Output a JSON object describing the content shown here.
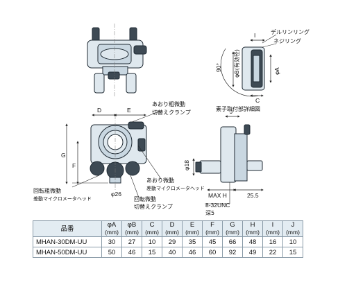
{
  "labels": {
    "deltorin_ring": "デルリンリング",
    "neji_ring": "ネジリング",
    "angle_90": "90°",
    "phiB_effective": "φB(有効径)",
    "phiA": "φA",
    "dim_I": "I",
    "dim_C": "C",
    "dim_J": "J",
    "element_detail": "素子取付部詳細図",
    "tilt_clamp_1": "あおり粗微動",
    "tilt_clamp_2": "切替えクランプ",
    "tilt_micrometer": "あおり微動",
    "tilt_micrometer_head": "差動マイクロメータヘッド",
    "rot_clamp_1": "回転粗微動",
    "rot_clamp_2": "切替えクランプ",
    "rot_micrometer": "回転微動",
    "rot_micrometer_head": "差動マイクロメータヘッド",
    "dim_D": "D",
    "dim_E": "E",
    "dim_F": "F",
    "dim_G": "G",
    "phi26": "φ26",
    "phi18": "φ18",
    "max_h": "MAX H",
    "dim_25_5": "25.5",
    "thread": "8-32UNC",
    "depth": "深5"
  },
  "table": {
    "model_header": "品番",
    "columns": [
      {
        "name": "φA",
        "unit": "(mm)"
      },
      {
        "name": "φB",
        "unit": "(mm)"
      },
      {
        "name": "C",
        "unit": "(mm)"
      },
      {
        "name": "D",
        "unit": "(mm)"
      },
      {
        "name": "E",
        "unit": "(mm)"
      },
      {
        "name": "F",
        "unit": "(mm)"
      },
      {
        "name": "G",
        "unit": "(mm)"
      },
      {
        "name": "H",
        "unit": "(mm)"
      },
      {
        "name": "I",
        "unit": "(mm)"
      },
      {
        "name": "J",
        "unit": "(mm)"
      }
    ],
    "rows": [
      {
        "model": "MHAN-30DM-UU",
        "values": [
          "30",
          "27",
          "10",
          "29",
          "35",
          "45",
          "66",
          "48",
          "16",
          "10"
        ]
      },
      {
        "model": "MHAN-50DM-UU",
        "values": [
          "50",
          "46",
          "15",
          "40",
          "46",
          "60",
          "92",
          "49",
          "22",
          "15"
        ]
      }
    ]
  }
}
